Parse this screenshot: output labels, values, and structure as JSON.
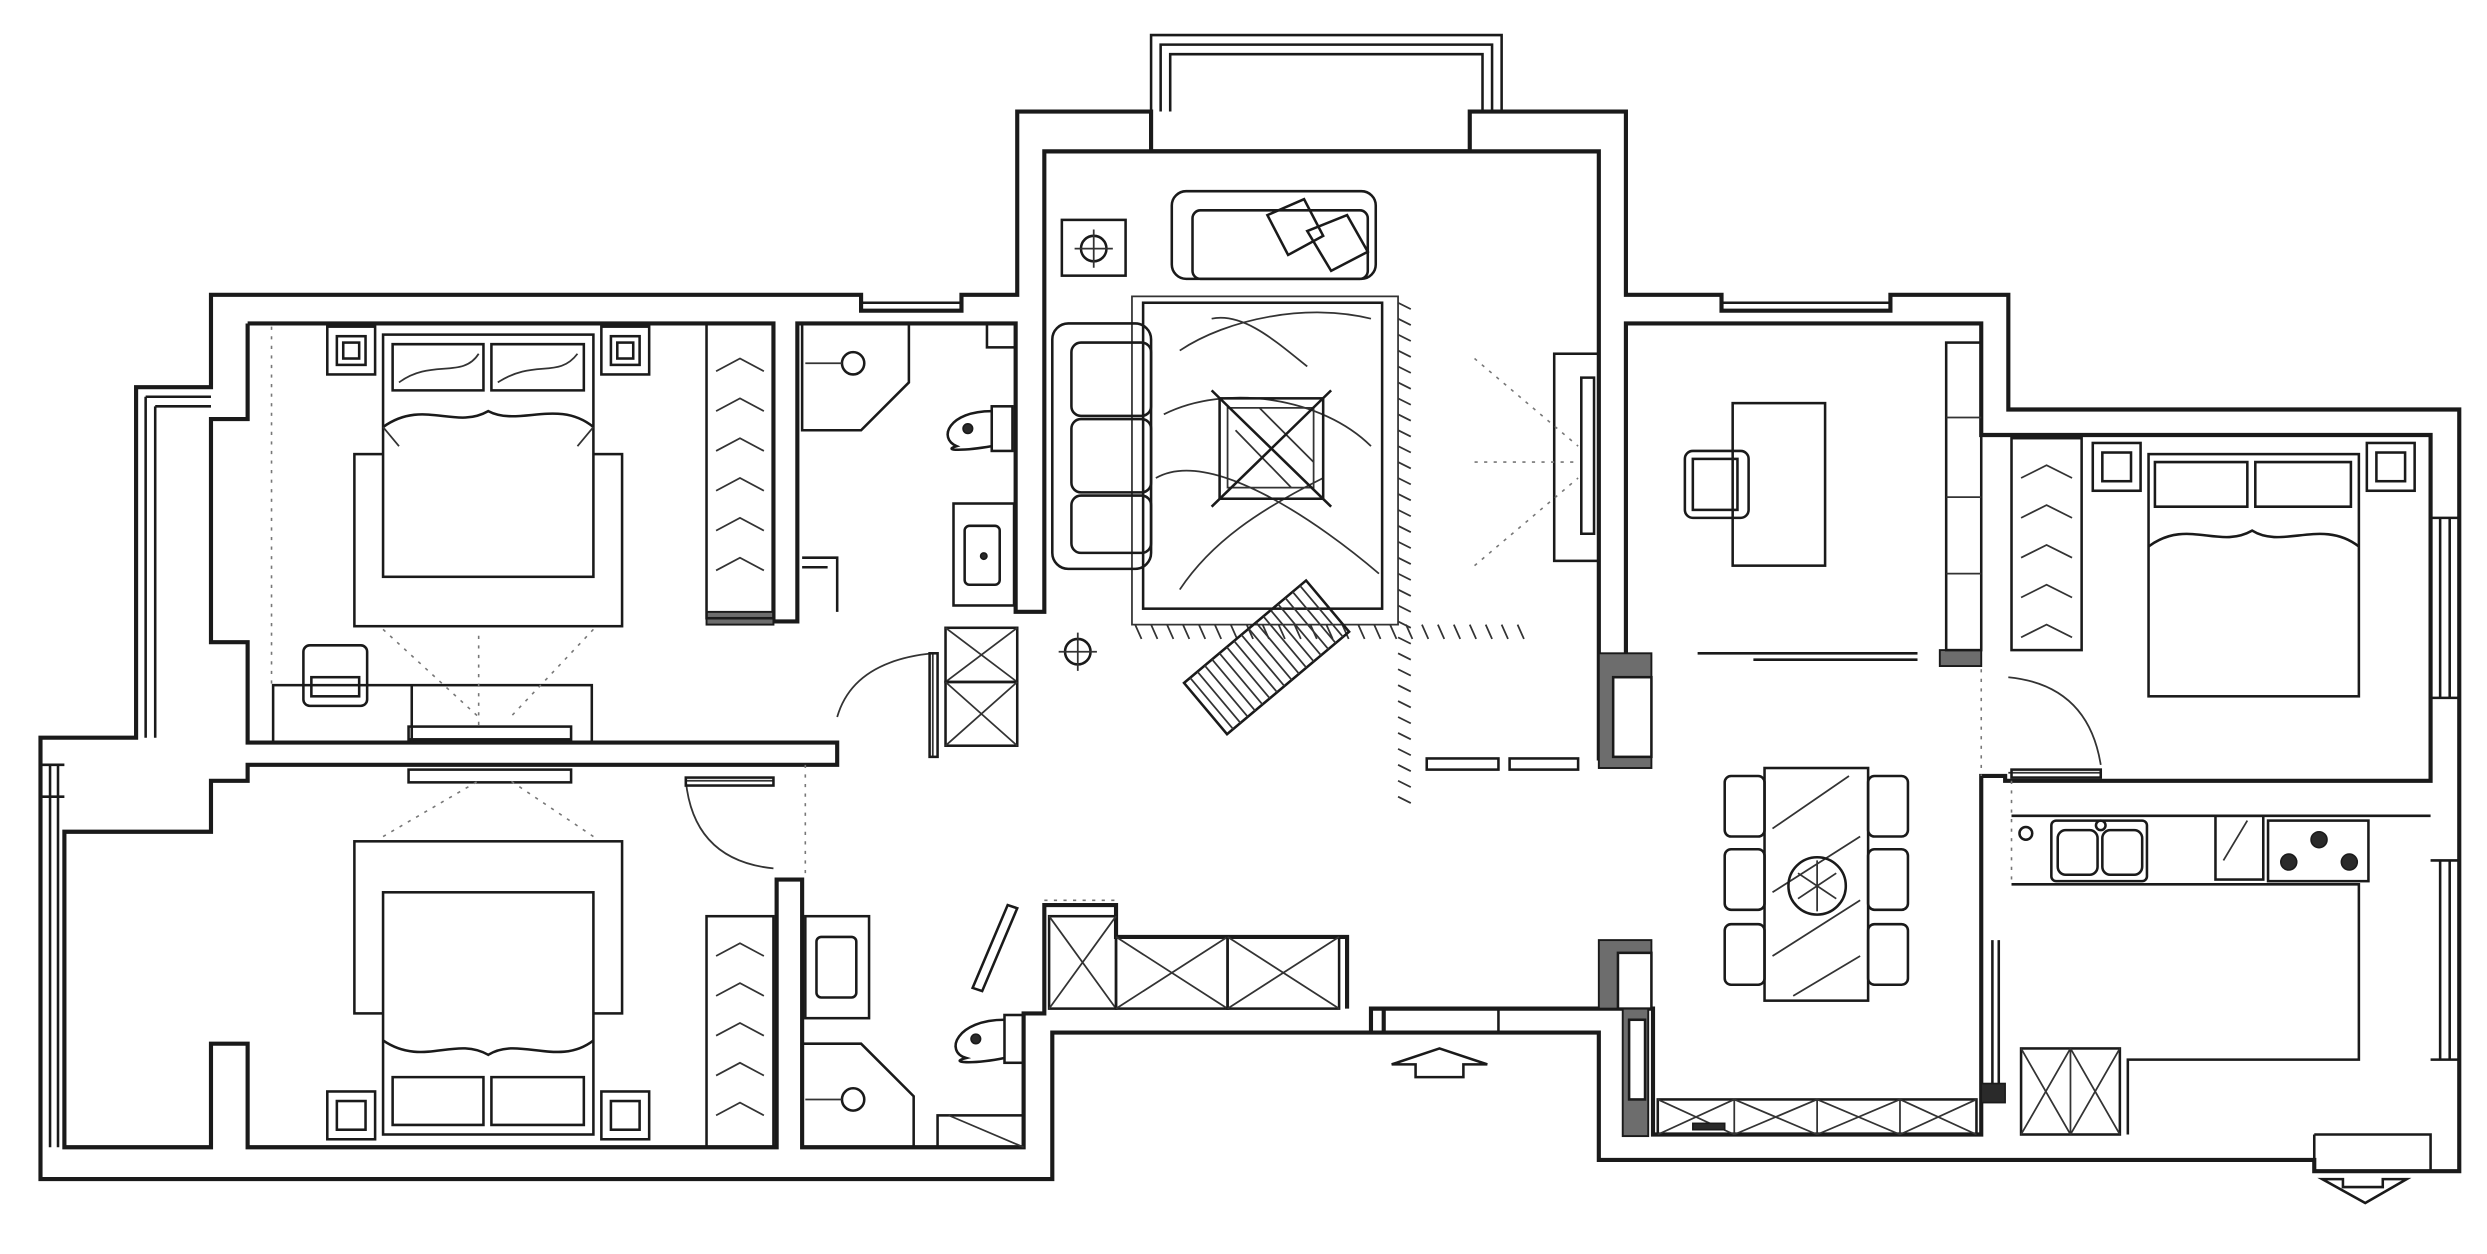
{
  "drawing": {
    "type": "floor-plan",
    "style": "black line drawing on white",
    "colors": {
      "line": "#1a1a1a",
      "background": "#ffffff",
      "hatch": "#6d6d6d"
    }
  },
  "rooms": [
    "living-room",
    "master-bedroom-left-top",
    "bedroom-left-bottom",
    "bathroom-top",
    "bathroom-bottom",
    "study",
    "bedroom-right",
    "dining-room",
    "kitchen",
    "balcony"
  ],
  "symbols": {
    "entrance_arrow": "up-arrow-icon",
    "kitchen_exit_arrow": "down-arrow-icon"
  }
}
